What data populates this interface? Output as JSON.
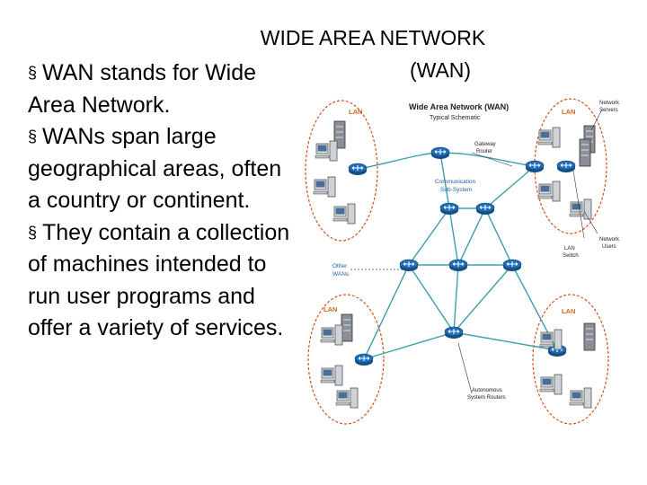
{
  "slide": {
    "title_line1": "WIDE AREA NETWORK",
    "title_line2": "(WAN)",
    "bullet_marker": "§",
    "bullets": [
      {
        "lines": [
          "WAN stands for Wide",
          "Area Network."
        ]
      },
      {
        "lines": [
          "WANs span large",
          "geographical areas, often",
          "a country or continent."
        ]
      },
      {
        "lines": [
          "They contain a collection",
          "of machines intended to",
          "run user programs and",
          "offer a variety of services."
        ]
      }
    ]
  },
  "diagram": {
    "title": "Wide Area Network (WAN)",
    "subtitle": "Typical Schematic",
    "lan_label": "LAN",
    "labels": {
      "network_servers_1": "Network",
      "network_servers_2": "Servers",
      "gateway_router_1": "Gateway",
      "gateway_router_2": "Router",
      "comm_subsystem_1": "Communication",
      "comm_subsystem_2": "Sub-System",
      "lan_switch_1": "LAN",
      "lan_switch_2": "Switch",
      "network_users_1": "Network",
      "network_users_2": "Users",
      "other_wans_1": "Other",
      "other_wans_2": "WANs",
      "as_routers_1": "Autonomous",
      "as_routers_2": "System Routers"
    },
    "colors": {
      "lan_circle": "#d8501e",
      "router": "#1e6fb8",
      "link": "#3aa0a8",
      "label_text": "#222222",
      "blue_text": "#1f5fa8"
    }
  }
}
